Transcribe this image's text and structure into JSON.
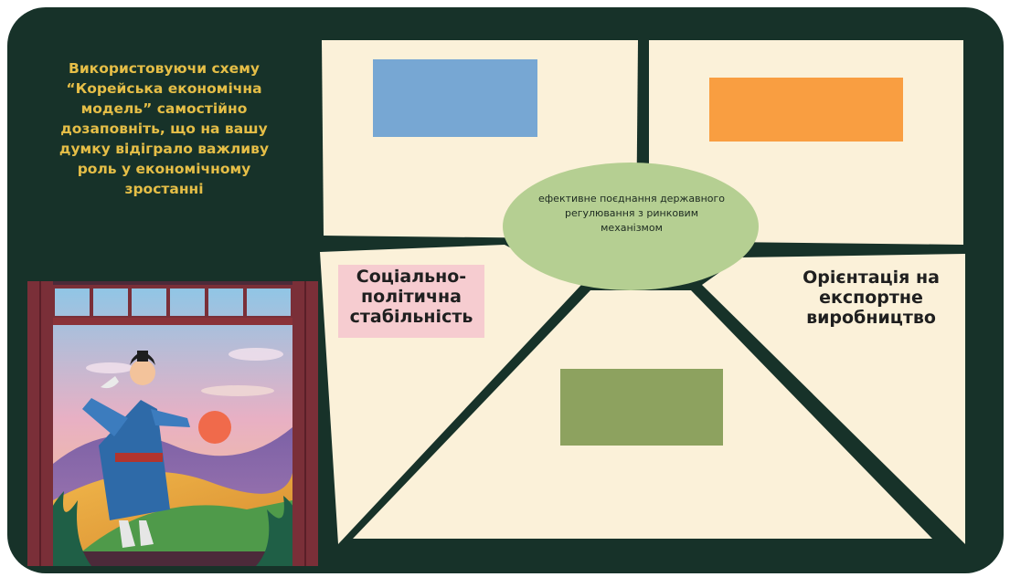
{
  "instruction": {
    "text": "Використовуючи схему “Корейська економічна модель” самостійно дозаповніть, що на вашу думку відіграло важливу роль у економічному зростанні"
  },
  "diagram": {
    "center": "ефективне поєднання державного регулювання з ринковим механізмом",
    "left": "Соціально-політична стабільність",
    "right": "Орієнтація на експортне виробництво",
    "colors": {
      "panel": "#fbf1d9",
      "center_ellipse": "#b5cf92",
      "top_left_box": "#77a7d3",
      "top_right_box": "#f99e41",
      "bottom_box": "#8da25f",
      "social_highlight": "#f6ccd0",
      "board": "#173229"
    }
  },
  "illustration": {
    "description_icon": "scholar-at-sunset-image"
  }
}
